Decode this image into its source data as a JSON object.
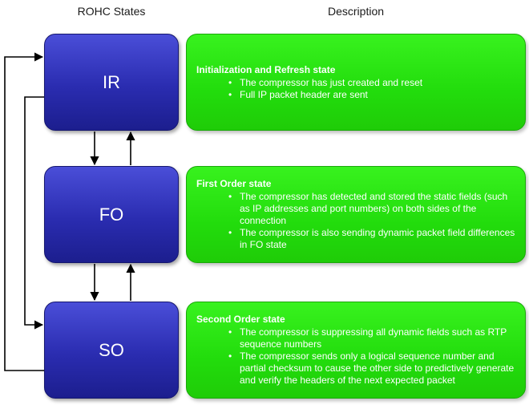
{
  "headers": {
    "states": "ROHC States",
    "description": "Description"
  },
  "states": [
    {
      "label": "IR",
      "title": "Initialization and Refresh state",
      "bullets": [
        "The compressor has just created and reset",
        "Full IP packet header are sent"
      ]
    },
    {
      "label": "FO",
      "title": "First Order state",
      "bullets": [
        "The compressor has detected and stored the static fields (such as IP addresses and port numbers) on both sides of the connection",
        "The compressor is also sending dynamic packet field differences in FO state"
      ]
    },
    {
      "label": "SO",
      "title": "Second Order state",
      "bullets": [
        "The compressor is suppressing all dynamic fields such as RTP sequence numbers",
        "The compressor sends only a logical sequence number and partial checksum to cause the other side to predictively generate and verify the headers of the next expected packet"
      ]
    }
  ],
  "colors": {
    "state_box": "#2a2cb0",
    "description_box": "#22dc0c",
    "arrow": "#000000"
  }
}
